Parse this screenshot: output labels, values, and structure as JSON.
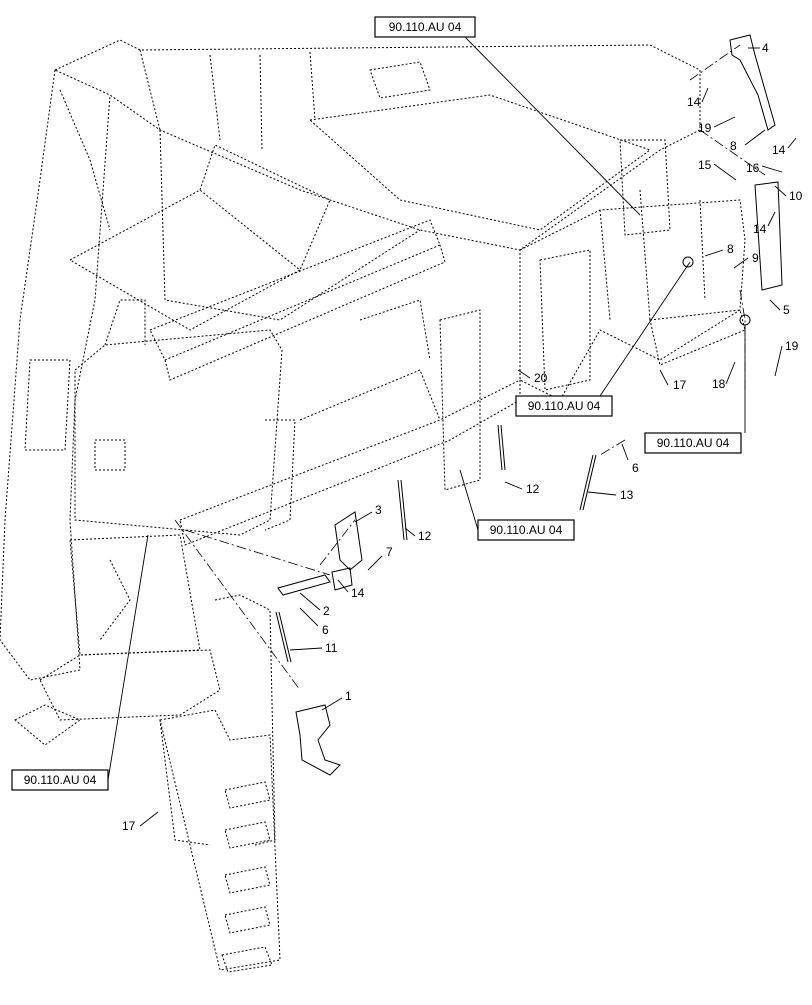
{
  "diagram": {
    "reference_boxes": [
      {
        "id": "ref-top",
        "label": "90.110.AU 04"
      },
      {
        "id": "ref-mid-right",
        "label": "90.110.AU 04"
      },
      {
        "id": "ref-right",
        "label": "90.110.AU 04"
      },
      {
        "id": "ref-center",
        "label": "90.110.AU 04"
      },
      {
        "id": "ref-left",
        "label": "90.110.AU 04"
      }
    ],
    "callouts": [
      {
        "id": "c1",
        "label": "1"
      },
      {
        "id": "c2",
        "label": "2"
      },
      {
        "id": "c3",
        "label": "3"
      },
      {
        "id": "c4",
        "label": "4"
      },
      {
        "id": "c5",
        "label": "5"
      },
      {
        "id": "c6a",
        "label": "6"
      },
      {
        "id": "c6b",
        "label": "6"
      },
      {
        "id": "c7",
        "label": "7"
      },
      {
        "id": "c8a",
        "label": "8"
      },
      {
        "id": "c8b",
        "label": "8"
      },
      {
        "id": "c9",
        "label": "9"
      },
      {
        "id": "c10",
        "label": "10"
      },
      {
        "id": "c11",
        "label": "11"
      },
      {
        "id": "c12a",
        "label": "12"
      },
      {
        "id": "c12b",
        "label": "12"
      },
      {
        "id": "c13",
        "label": "13"
      },
      {
        "id": "c14a",
        "label": "14"
      },
      {
        "id": "c14b",
        "label": "14"
      },
      {
        "id": "c14c",
        "label": "14"
      },
      {
        "id": "c14d",
        "label": "14"
      },
      {
        "id": "c15",
        "label": "15"
      },
      {
        "id": "c16",
        "label": "16"
      },
      {
        "id": "c17a",
        "label": "17"
      },
      {
        "id": "c17b",
        "label": "17"
      },
      {
        "id": "c18",
        "label": "18"
      },
      {
        "id": "c19a",
        "label": "19"
      },
      {
        "id": "c19b",
        "label": "19"
      },
      {
        "id": "c20",
        "label": "20"
      }
    ]
  }
}
